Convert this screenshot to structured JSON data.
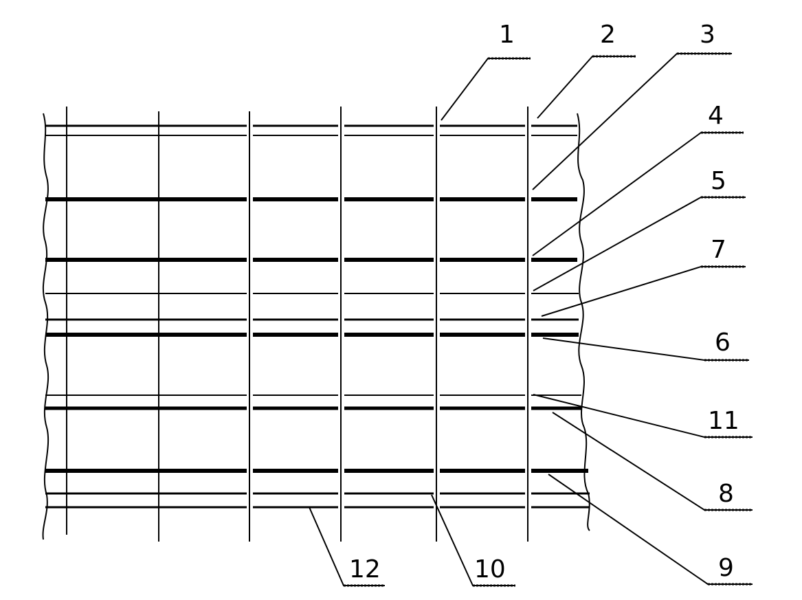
{
  "figure": {
    "stroke_color": "#000000",
    "background_color": "#ffffff",
    "callouts": [
      {
        "id": "c1",
        "label": "1"
      },
      {
        "id": "c2",
        "label": "2"
      },
      {
        "id": "c3",
        "label": "3"
      },
      {
        "id": "c4",
        "label": "4"
      },
      {
        "id": "c5",
        "label": "5"
      },
      {
        "id": "c7",
        "label": "7"
      },
      {
        "id": "c6",
        "label": "6"
      },
      {
        "id": "c11",
        "label": "11"
      },
      {
        "id": "c8",
        "label": "8"
      },
      {
        "id": "c9",
        "label": "9"
      },
      {
        "id": "c12",
        "label": "12"
      },
      {
        "id": "c10",
        "label": "10"
      }
    ]
  }
}
